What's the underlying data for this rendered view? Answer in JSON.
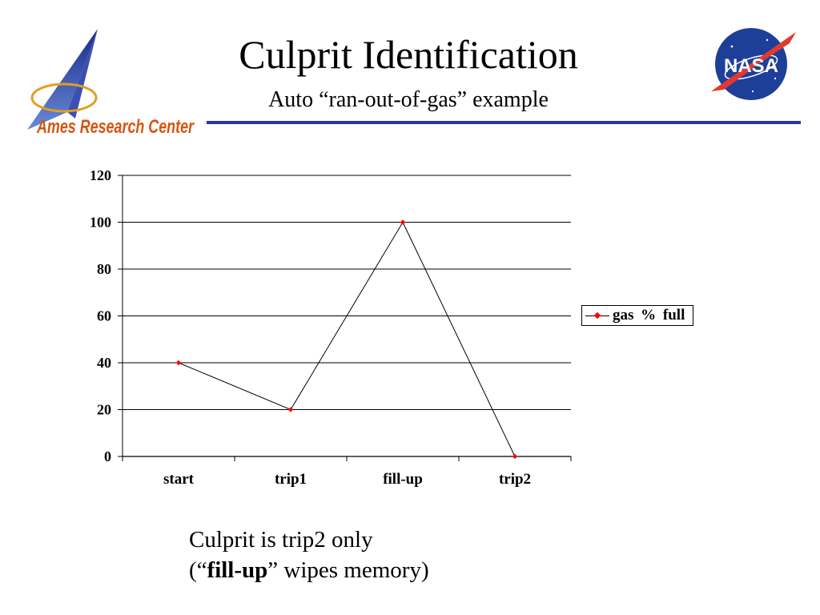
{
  "slide": {
    "title": "Culprit Identification",
    "subtitle": "Auto “ran-out-of-gas” example",
    "logo_left_text": "Ames Research Center",
    "logo_right_text": "NASA",
    "caption_line1": "Culprit is trip2 only",
    "caption_line2_prefix": "(“",
    "caption_line2_bold": "fill-up",
    "caption_line2_suffix": "” wipes memory)"
  },
  "colors": {
    "accent_rule": "#2b35a8",
    "marker": "#ff0000",
    "ames_text": "#d4560f",
    "nasa_blue": "#1d3f9a",
    "nasa_red": "#e03a2f"
  },
  "chart_data": {
    "type": "line",
    "categories": [
      "start",
      "trip1",
      "fill-up",
      "trip2"
    ],
    "series": [
      {
        "name": "gas % full",
        "values": [
          40,
          20,
          100,
          0
        ],
        "color": "#000000",
        "marker_color": "#ff0000"
      }
    ],
    "ylim": [
      0,
      120
    ],
    "yticks": [
      0,
      20,
      40,
      60,
      80,
      100,
      120
    ],
    "grid": "horizontal",
    "legend_position": "right"
  }
}
